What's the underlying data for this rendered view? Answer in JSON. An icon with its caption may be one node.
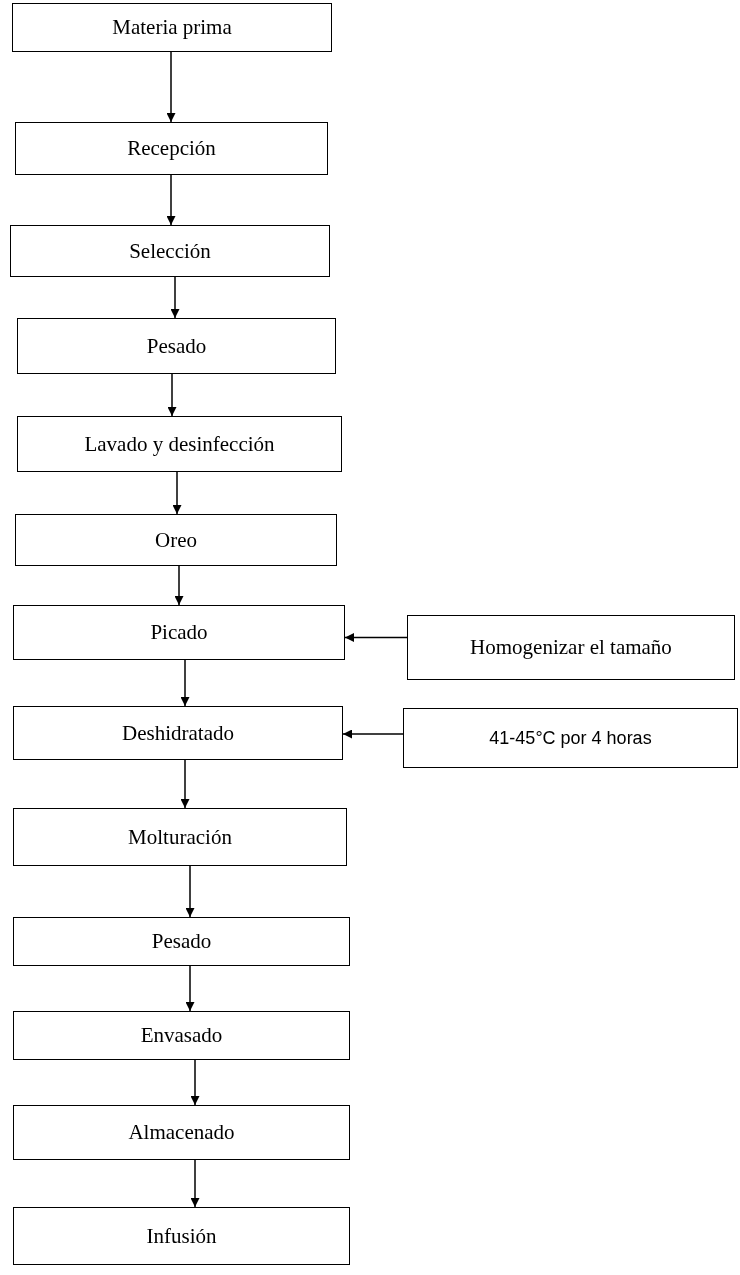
{
  "diagram": {
    "nodes": [
      {
        "text": [
          "Materia prima"
        ]
      },
      {
        "text": [
          "Recepción"
        ]
      },
      {
        "text": [
          "Selección"
        ]
      },
      {
        "text": [
          "Pesado"
        ]
      },
      {
        "text": [
          "Lavado y desinfección"
        ]
      },
      {
        "text": [
          "Oreo"
        ]
      },
      {
        "text": [
          "Picado"
        ]
      },
      {
        "text": [
          "Homogenizar el tamaño"
        ]
      },
      {
        "text": [
          "Deshidratado"
        ]
      },
      {
        "text": [
          "41-45°C por 4 horas"
        ]
      },
      {
        "text": [
          "Molturación"
        ]
      },
      {
        "text": [
          "Pesado"
        ]
      },
      {
        "text": [
          "Envasado"
        ]
      },
      {
        "text": [
          "Almacenado"
        ]
      },
      {
        "text": [
          "Infusión"
        ]
      }
    ],
    "edges": [
      {
        "from": 0,
        "to": 1,
        "arrow": "to"
      },
      {
        "from": 1,
        "to": 2,
        "arrow": "to"
      },
      {
        "from": 2,
        "to": 3,
        "arrow": "to"
      },
      {
        "from": 3,
        "to": 4,
        "arrow": "to"
      },
      {
        "from": 4,
        "to": 5,
        "arrow": "to"
      },
      {
        "from": 5,
        "to": 6,
        "arrow": "to"
      },
      {
        "from": 7,
        "to": 6,
        "arrow": "to"
      },
      {
        "from": 6,
        "to": 8,
        "arrow": "to"
      },
      {
        "from": 9,
        "to": 8,
        "arrow": "to"
      },
      {
        "from": 8,
        "to": 10,
        "arrow": "to"
      },
      {
        "from": 10,
        "to": 11,
        "arrow": "to"
      },
      {
        "from": 11,
        "to": 12,
        "arrow": "to"
      },
      {
        "from": 12,
        "to": 13,
        "arrow": "to"
      },
      {
        "from": 13,
        "to": 14,
        "arrow": "to"
      }
    ]
  }
}
